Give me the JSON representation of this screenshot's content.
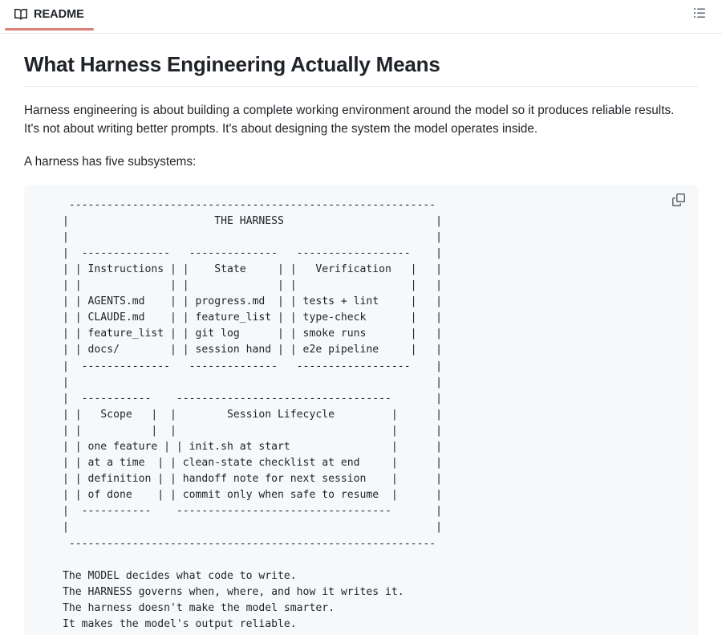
{
  "tabbar": {
    "tab_label": "README",
    "book_icon": "book-icon",
    "toc_icon": "list-unordered-icon",
    "accent_color": "#d98176"
  },
  "document": {
    "title": "What Harness Engineering Actually Means",
    "paragraphs": [
      "Harness engineering is about building a complete working environment around the model so it produces reliable results. It's not about writing better prompts. It's about designing the system the model operates inside.",
      "A harness has five subsystems:"
    ]
  },
  "codeblock": {
    "copy_icon": "copy-icon",
    "background_color": "#f6f8fa",
    "diagram": {
      "outer_box_title": "THE HARNESS",
      "subsystems": [
        {
          "name": "Instructions",
          "items": [
            "AGENTS.md",
            "CLAUDE.md",
            "feature_list",
            "docs/"
          ]
        },
        {
          "name": "State",
          "items": [
            "progress.md",
            "feature_list",
            "git log",
            "session hand"
          ]
        },
        {
          "name": "Verification",
          "items": [
            "tests + lint",
            "type-check",
            "smoke runs",
            "e2e pipeline"
          ]
        },
        {
          "name": "Scope",
          "items": [
            "one feature",
            "at a time",
            "definition",
            "of done"
          ]
        },
        {
          "name": "Session Lifecycle",
          "items": [
            "init.sh at start",
            "clean-state checklist at end",
            "handoff note for next session",
            "commit only when safe to resume"
          ]
        }
      ],
      "footer_lines": [
        "The MODEL decides what code to write.",
        "The HARNESS governs when, where, and how it writes it.",
        "The harness doesn't make the model smarter.",
        "It makes the model's output reliable."
      ]
    },
    "ascii_art": " ----------------------------------------------------------\n|                       THE HARNESS                        |\n|                                                          |\n|  --------------   --------------   ------------------    |\n| | Instructions | |    State     | |   Verification   |   |\n| |              | |              | |                  |   |\n| | AGENTS.md    | | progress.md  | | tests + lint     |   |\n| | CLAUDE.md    | | feature_list | | type-check       |   |\n| | feature_list | | git log      | | smoke runs       |   |\n| | docs/        | | session hand | | e2e pipeline     |   |\n|  --------------   --------------   ------------------    |\n|                                                          |\n|  -----------    ----------------------------------       |\n| |   Scope   |  |        Session Lifecycle         |      |\n| |           |  |                                  |      |\n| | one feature | | init.sh at start                |      |\n| | at a time  | | clean-state checklist at end     |      |\n| | definition | | handoff note for next session    |      |\n| | of done    | | commit only when safe to resume  |      |\n|  -----------    ----------------------------------       |\n|                                                          |\n ----------------------------------------------------------\n\nThe MODEL decides what code to write.\nThe HARNESS governs when, where, and how it writes it.\nThe harness doesn't make the model smarter.\nIt makes the model's output reliable."
  }
}
